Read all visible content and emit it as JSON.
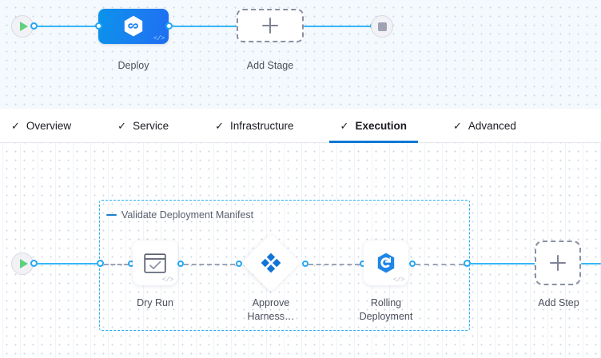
{
  "stage_canvas": {
    "start_node": {
      "icon": "play-icon",
      "name": "pipeline-start"
    },
    "end_node": {
      "icon": "stop-icon",
      "name": "pipeline-end"
    },
    "stage": {
      "label": "Deploy",
      "icon": "harness-hexagon-icon",
      "code_tag": "</>"
    },
    "add_stage": {
      "label": "Add Stage",
      "icon": "plus-icon"
    }
  },
  "tabs": [
    {
      "label": "Overview",
      "check": "✓",
      "active": false
    },
    {
      "label": "Service",
      "check": "✓",
      "active": false
    },
    {
      "label": "Infrastructure",
      "check": "✓",
      "active": false
    },
    {
      "label": "Execution",
      "check": "✓",
      "active": true
    },
    {
      "label": "Advanced",
      "check": "✓",
      "active": false
    }
  ],
  "execution": {
    "start_node": {
      "icon": "play-icon"
    },
    "step_group": {
      "title": "Validate Deployment Manifest",
      "collapse_icon": "collapse-dash-icon"
    },
    "steps": [
      {
        "label": "Dry Run",
        "icon": "dry-run-window-check-icon",
        "code_tag": "</>",
        "shape": "rounded"
      },
      {
        "label": "Approve Harness…",
        "icon": "approve-diamond-icon",
        "code_tag": "",
        "shape": "diamond"
      },
      {
        "label": "Rolling Deployment",
        "icon": "rolling-deployment-icon",
        "code_tag": "</>",
        "shape": "rounded"
      }
    ],
    "add_step": {
      "label": "Add Step",
      "icon": "plus-icon"
    }
  },
  "colors": {
    "accent_blue": "#36b6f7",
    "stage_blue": "#1a7ff0",
    "active_tab_blue": "#0278d5",
    "group_border_blue": "#29b0f3",
    "play_green": "#5fd07e",
    "dashed_gray": "#8a8fa3"
  }
}
